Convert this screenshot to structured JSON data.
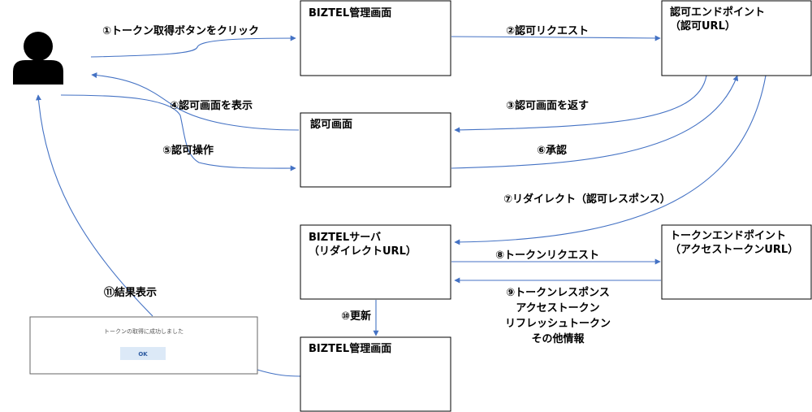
{
  "boxes": {
    "biztel_admin_top": [
      "BIZTEL管理画面"
    ],
    "auth_endpoint": [
      "認可エンドポイント",
      "（認可URL）"
    ],
    "auth_screen": [
      "認可画面"
    ],
    "biztel_server": [
      "BIZTELサーバ",
      "（リダイレクトURL）"
    ],
    "token_endpoint": [
      "トークンエンドポイント",
      "（アクセストークンURL）"
    ],
    "biztel_admin_bottom": [
      "BIZTEL管理画面"
    ]
  },
  "steps": {
    "s1": [
      "①トークン取得ボタンをクリック"
    ],
    "s2": [
      "②認可リクエスト"
    ],
    "s3": [
      "③認可画面を返す"
    ],
    "s4": [
      "④認可画面を表示"
    ],
    "s5": [
      "⑤認可操作"
    ],
    "s6": [
      "⑥承認"
    ],
    "s7": [
      "⑦リダイレクト（認可レスポンス）"
    ],
    "s8": [
      "⑧トークンリクエスト"
    ],
    "s9": [
      "⑨トークンレスポンス",
      "アクセストークン",
      "リフレッシュトークン",
      "その他情報"
    ],
    "s10": [
      "⑩更新"
    ],
    "s11": [
      "⑪結果表示"
    ]
  },
  "dialog": {
    "message": "トークンの取得に成功しました",
    "ok_label": "OK"
  },
  "colors": {
    "arrow": "#4472c4",
    "box_border": "#000000",
    "text": "#000000"
  }
}
